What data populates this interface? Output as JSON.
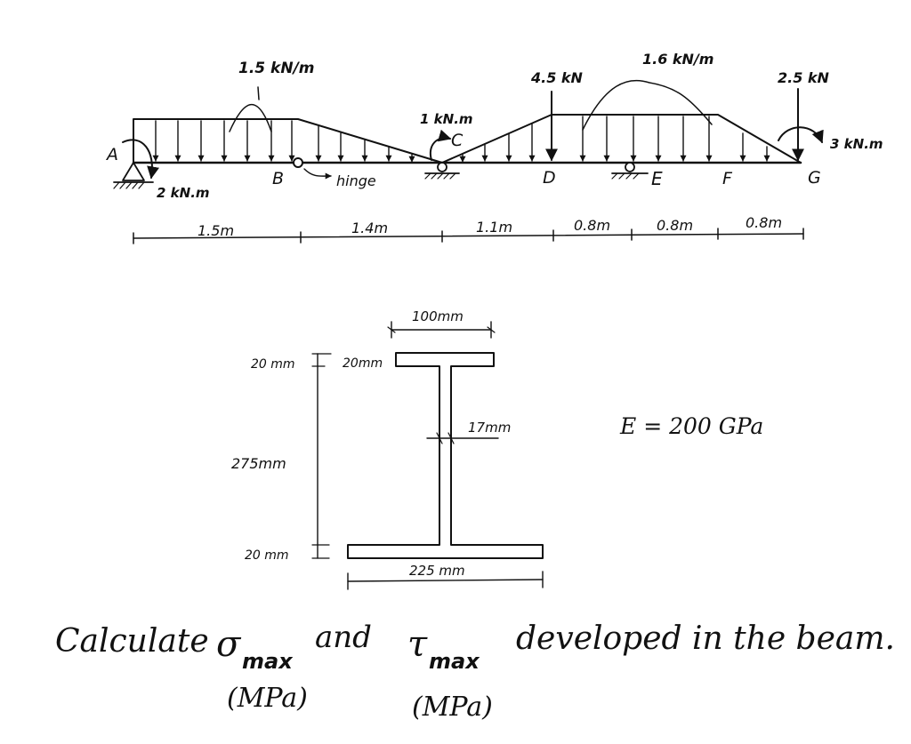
{
  "beam": {
    "points": {
      "A": "A",
      "B": "B",
      "C": "C",
      "D": "D",
      "E": "E",
      "F": "F",
      "G": "G"
    },
    "loads": {
      "dist_left": "1.5 kN/m",
      "dist_right": "1.6 kN/m",
      "moment_c": "1 kN.m",
      "point_d": "4.5 kN",
      "point_g": "2.5 kN",
      "moment_g": "3 kN.m",
      "moment_a": "2 kN.m"
    },
    "hinge_label": "hinge",
    "spans": [
      "1.5m",
      "1.4m",
      "1.1m",
      "0.8m",
      "0.8m",
      "0.8m"
    ]
  },
  "section": {
    "flange_top_width": "100mm",
    "flange_top_thickness_left": "20 mm",
    "flange_top_thickness_right": "20mm",
    "web_thickness": "17mm",
    "web_height": "275mm",
    "flange_bottom_thickness": "20 mm",
    "flange_bottom_width": "225 mm"
  },
  "material": {
    "modulus": "E = 200 GPa"
  },
  "question": {
    "calculate": "Calculate",
    "sigma": "σ",
    "sigma_sub": "max",
    "and": "and",
    "tau": "τ",
    "tau_sub": "max",
    "rest": "developed in the beam.",
    "unit_sigma": "(MPa)",
    "unit_tau": "(MPa)"
  }
}
